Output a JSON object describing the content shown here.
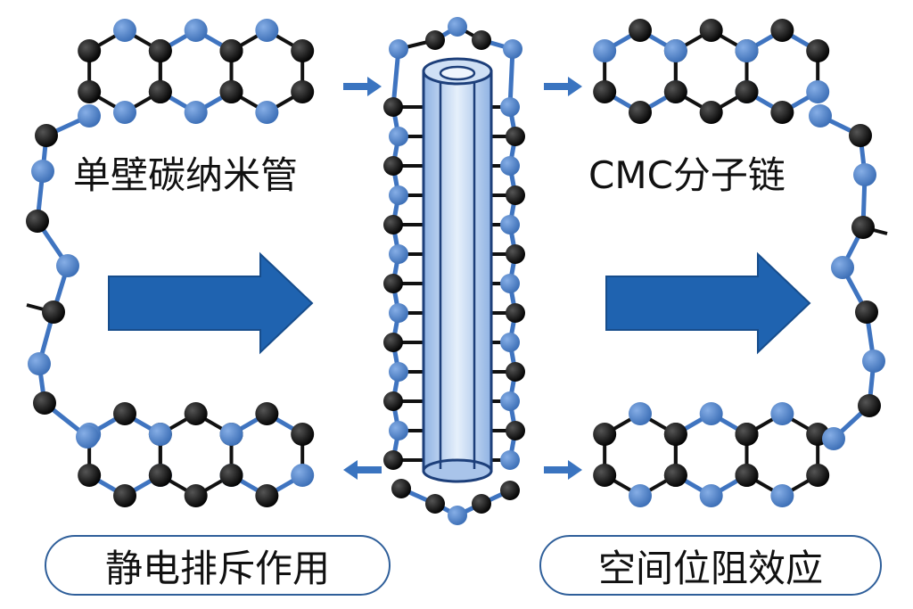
{
  "labels": {
    "swcnt": "单壁碳纳米管",
    "cmc_chain": "CMC分子链",
    "electrostatic": "静电排斥作用",
    "steric": "空间位阻效应"
  },
  "colors": {
    "atom_black": "#111111",
    "atom_blue": "#4a7fc4",
    "bond_blue": "#3f74c0",
    "arrow_blue": "#1f63b0",
    "tube_fill": "#b9d0ee",
    "tube_edge": "#1d3f7a"
  }
}
